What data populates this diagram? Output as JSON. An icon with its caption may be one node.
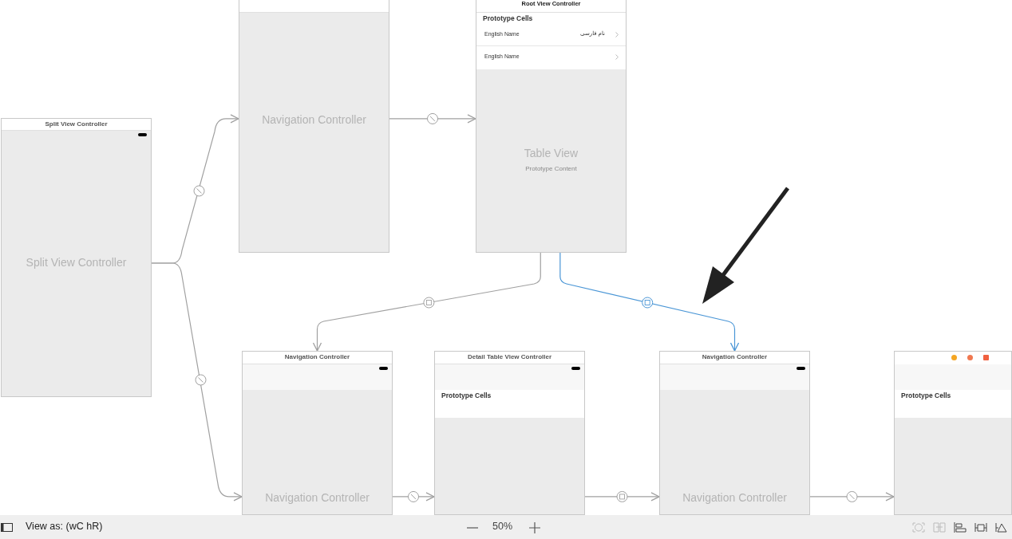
{
  "diagram": {
    "nodes": [
      {
        "text": [
          "Split View Controller",
          "Split View Controller"
        ]
      },
      {
        "text": [
          "Navigation Controller"
        ]
      },
      {
        "text": [
          "Root View Controller",
          "Prototype Cells",
          "English Name",
          "نام فارسی",
          "English Name",
          "Table View",
          "Prototype Content"
        ]
      },
      {
        "text": [
          "Navigation Controller",
          "Navigation Controller"
        ]
      },
      {
        "text": [
          "Detail Table View Controller",
          "Prototype Cells"
        ]
      },
      {
        "text": [
          "Navigation Controller",
          "Navigation Controller"
        ]
      },
      {
        "text": [
          "Prototype Cells"
        ]
      }
    ],
    "edges": [
      {
        "from": 0,
        "to": 1,
        "arrow": "to"
      },
      {
        "from": 0,
        "to": 3,
        "arrow": "to"
      },
      {
        "from": 1,
        "to": 2,
        "arrow": "to"
      },
      {
        "from": 2,
        "to": 3,
        "arrow": "to"
      },
      {
        "from": 2,
        "to": 5,
        "arrow": "to",
        "color": "#4a96d6"
      },
      {
        "from": 3,
        "to": 4,
        "arrow": "to"
      },
      {
        "from": 4,
        "to": 5,
        "arrow": "to"
      },
      {
        "from": 5,
        "to": 6,
        "arrow": "to"
      }
    ],
    "labels": [
      "View as: (wC hR)",
      "50%"
    ]
  }
}
